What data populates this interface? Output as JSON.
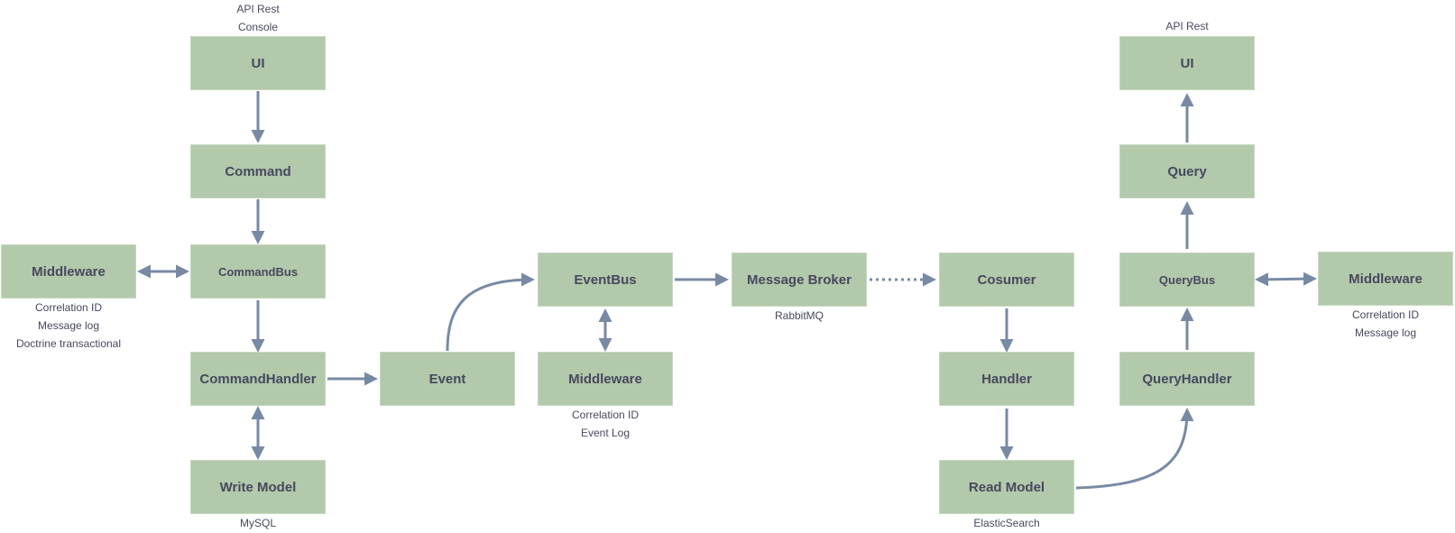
{
  "colors": {
    "box_fill": "#b2c9ab",
    "box_text": "#46495d",
    "arrow": "#788aa3"
  },
  "nodes": {
    "ui_left": "UI",
    "command": "Command",
    "command_bus": "CommandBus",
    "middleware_command": "Middleware",
    "command_handler": "CommandHandler",
    "write_model": "Write Model",
    "event": "Event",
    "event_bus": "EventBus",
    "middleware_event": "Middleware",
    "message_broker": "Message Broker",
    "consumer": "Cosumer",
    "handler": "Handler",
    "read_model": "Read Model",
    "query_handler": "QueryHandler",
    "query_bus": "QueryBus",
    "middleware_query": "Middleware",
    "query": "Query",
    "ui_right": "UI"
  },
  "notes": {
    "ui_left": [
      "API Rest",
      "Console"
    ],
    "middleware_command": [
      "Correlation ID",
      "Message log",
      "Doctrine transactional"
    ],
    "write_model": [
      "MySQL"
    ],
    "middleware_event": [
      "Correlation ID",
      "Event Log"
    ],
    "message_broker": [
      "RabbitMQ"
    ],
    "read_model": [
      "ElasticSearch"
    ],
    "middleware_query": [
      "Correlation ID",
      "Message log"
    ],
    "ui_right": [
      "API Rest"
    ]
  }
}
